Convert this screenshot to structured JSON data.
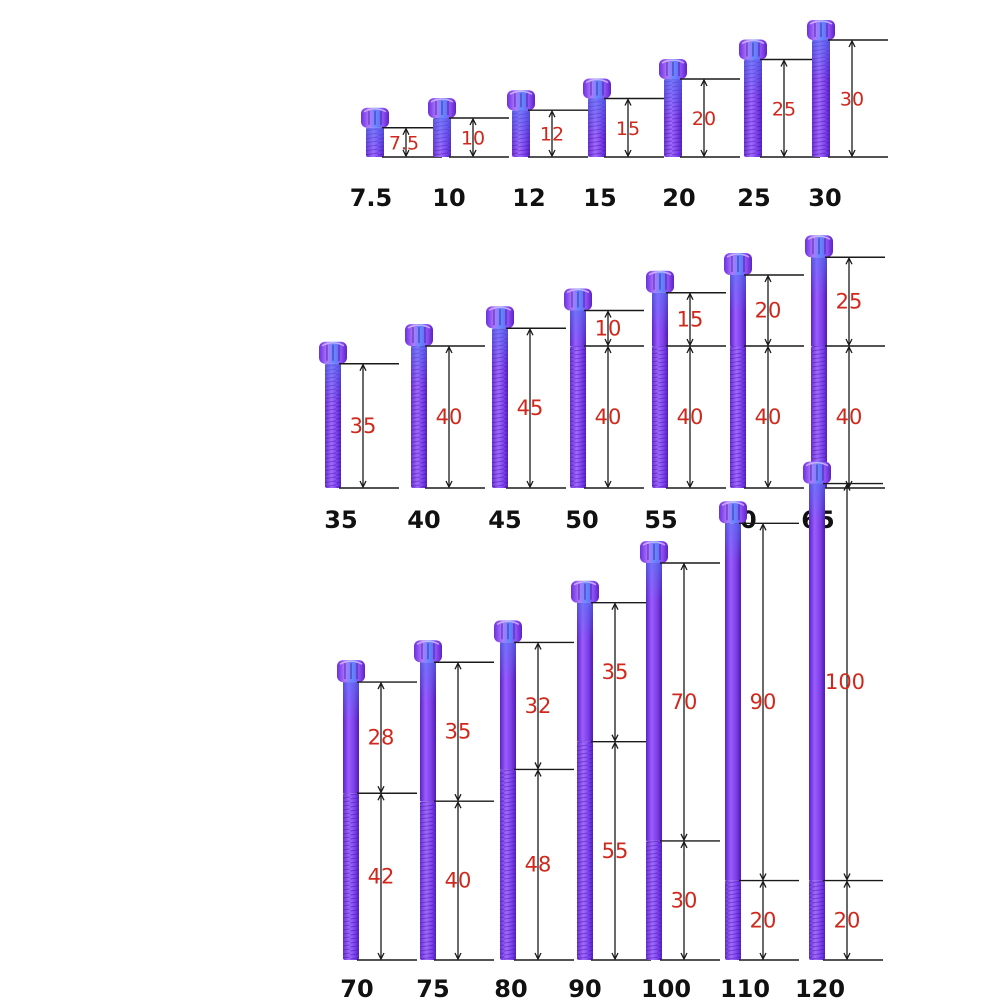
{
  "colors": {
    "background": "#ffffff",
    "dimension_text": "#d0281c",
    "size_label": "#111111",
    "dimension_line": "#1a1a1a",
    "bolt_purple": "#8a3df0",
    "bolt_blue": "#4a7cf2"
  },
  "rows": [
    {
      "bolts": [
        {
          "size": "7.5",
          "dims": [
            "7.5"
          ]
        },
        {
          "size": "10",
          "dims": [
            "10"
          ]
        },
        {
          "size": "12",
          "dims": [
            "12"
          ]
        },
        {
          "size": "15",
          "dims": [
            "15"
          ]
        },
        {
          "size": "20",
          "dims": [
            "20"
          ]
        },
        {
          "size": "25",
          "dims": [
            "25"
          ]
        },
        {
          "size": "30",
          "dims": [
            "30"
          ]
        }
      ]
    },
    {
      "bolts": [
        {
          "size": "35",
          "dims": [
            "35"
          ]
        },
        {
          "size": "40",
          "dims": [
            "40"
          ]
        },
        {
          "size": "45",
          "dims": [
            "45"
          ]
        },
        {
          "size": "50",
          "dims": [
            "10",
            "40"
          ]
        },
        {
          "size": "55",
          "dims": [
            "15",
            "40"
          ]
        },
        {
          "size": "60",
          "dims": [
            "20",
            "40"
          ]
        },
        {
          "size": "65",
          "dims": [
            "25",
            "40"
          ]
        }
      ]
    },
    {
      "bolts": [
        {
          "size": "70",
          "dims": [
            "28",
            "42"
          ]
        },
        {
          "size": "75",
          "dims": [
            "35",
            "40"
          ]
        },
        {
          "size": "80",
          "dims": [
            "32",
            "48"
          ]
        },
        {
          "size": "90",
          "dims": [
            "35",
            "55"
          ]
        },
        {
          "size": "100",
          "dims": [
            "70",
            "30"
          ]
        },
        {
          "size": "110",
          "dims": [
            "90",
            "20"
          ]
        },
        {
          "size": "120",
          "dims": [
            "100",
            "20"
          ]
        }
      ]
    }
  ]
}
